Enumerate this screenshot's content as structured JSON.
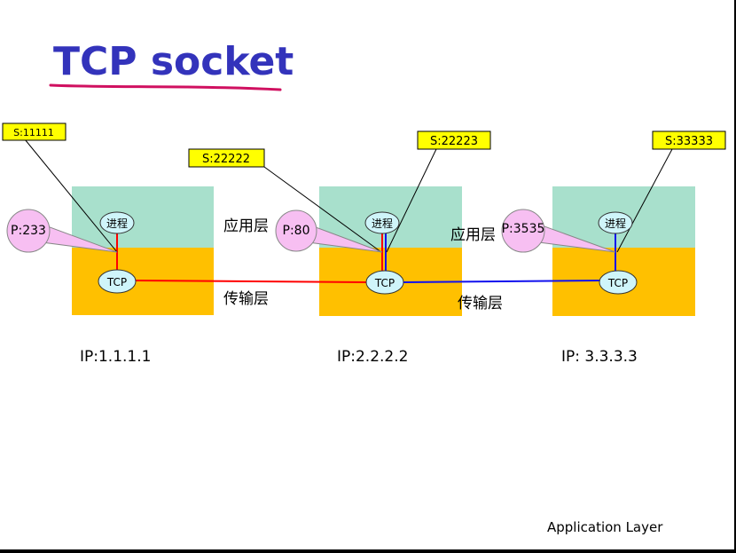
{
  "title": "TCP socket",
  "footer": "Application Layer",
  "colors": {
    "title": "#3333bb",
    "title_underline": "#d01060",
    "app_layer": "#a8e0cc",
    "transport_layer": "#ffc000",
    "label_box": "#ffff00",
    "port_bubble": "#f7bff2",
    "node_ellipse": "#cff5fa",
    "link_red": "#ff0000",
    "link_blue": "#1010ee"
  },
  "hosts": [
    {
      "ip": "IP:1.1.1.1",
      "process": "进程",
      "tcp": "TCP",
      "port": "P:233",
      "socket": "S:11111",
      "app_layer_label": "应用层",
      "transport_layer_label": "传输层"
    },
    {
      "ip": "IP:2.2.2.2",
      "process": "进程",
      "tcp": "TCP",
      "port": "P:80",
      "socket_a": "S:22222",
      "socket_b": "S:22223",
      "app_layer_label": "应用层",
      "transport_layer_label": "传输层"
    },
    {
      "ip": "IP: 3.3.3.3",
      "process": "进程",
      "tcp": "TCP",
      "port": "P:3535",
      "socket": "S:33333"
    }
  ]
}
